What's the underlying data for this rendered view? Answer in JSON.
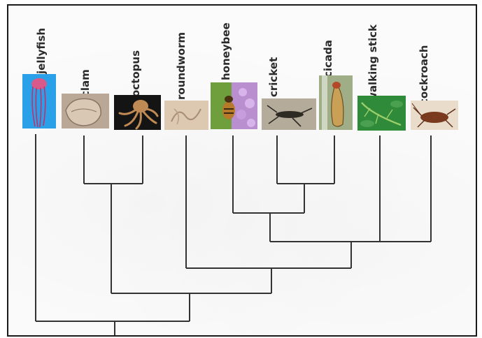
{
  "taxa": [
    {
      "name": "jellyfish",
      "color_bg": "#2aa0e8",
      "color_fg": "#c2306a",
      "icon": "jellyfish-photo"
    },
    {
      "name": "clam",
      "color_bg": "#b9a896",
      "color_fg": "#8a7565",
      "icon": "clam-photo"
    },
    {
      "name": "octopus",
      "color_bg": "#141414",
      "color_fg": "#c08a55",
      "icon": "octopus-photo"
    },
    {
      "name": "roundworm",
      "color_bg": "#ddc9b2",
      "color_fg": "#a88d74",
      "icon": "roundworm-photo"
    },
    {
      "name": "honeybee",
      "color_bg": "#b98fcf",
      "color_fg": "#6f9e3c",
      "icon": "honeybee-photo"
    },
    {
      "name": "cricket",
      "color_bg": "#b5ab9a",
      "color_fg": "#2e2a24",
      "icon": "cricket-photo"
    },
    {
      "name": "cicada",
      "color_bg": "#9fae86",
      "color_fg": "#6b4f22",
      "icon": "cicada-photo"
    },
    {
      "name": "walking stick",
      "color_bg": "#2f8a3a",
      "color_fg": "#9ccf6b",
      "icon": "walking-stick-photo"
    },
    {
      "name": "cockroach",
      "color_bg": "#e9dccb",
      "color_fg": "#7a3a1e",
      "icon": "cockroach-photo"
    }
  ],
  "tree_color": "#333333"
}
